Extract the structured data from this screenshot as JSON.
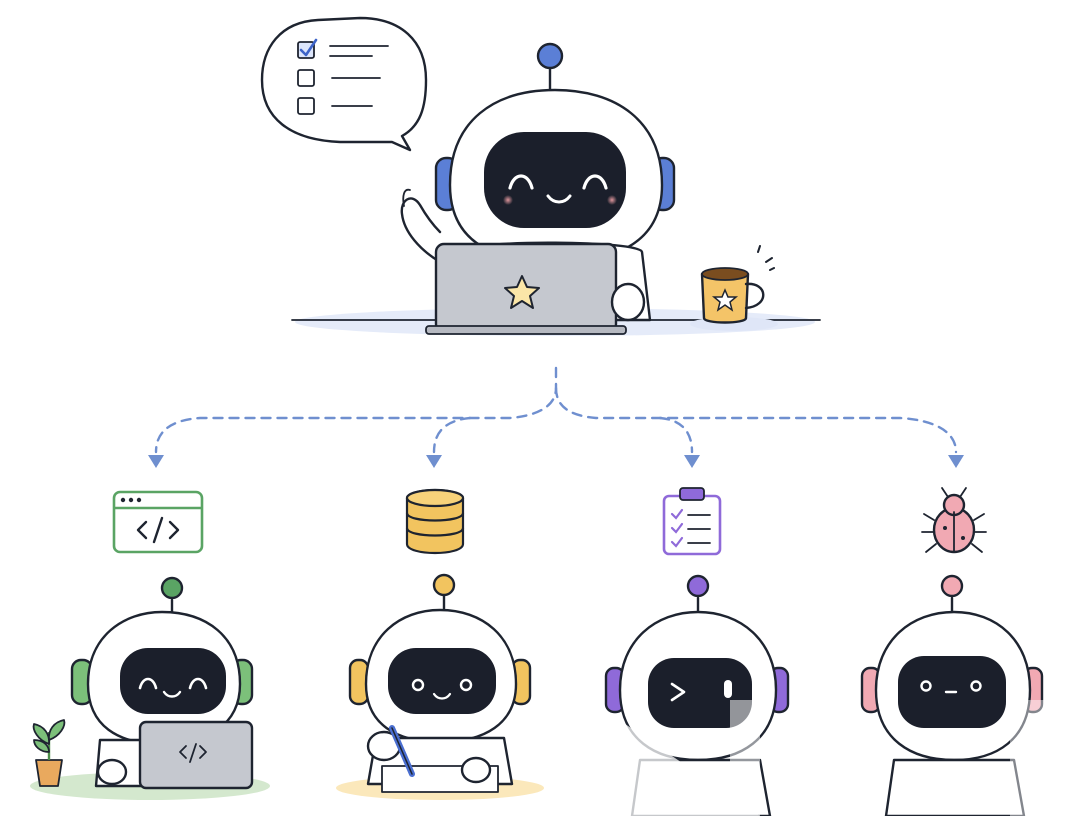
{
  "diagram": {
    "lead_agent": {
      "name": "lead-robot",
      "accent": "#5b7fd6",
      "laptop_icon": "star-icon",
      "speech_icon": "checklist-icon",
      "desk_item": "coffee-mug-icon"
    },
    "connector_color": "#6f8fcf",
    "workers": [
      {
        "name": "code",
        "icon": "code-window-icon",
        "accent": "#5aa464",
        "activity": "typing-laptop"
      },
      {
        "name": "database",
        "icon": "database-icon",
        "accent": "#e8b54a",
        "activity": "writing"
      },
      {
        "name": "tasks",
        "icon": "clipboard-icon",
        "accent": "#8f6ad9",
        "activity": "terminal"
      },
      {
        "name": "bugs",
        "icon": "bug-icon",
        "accent": "#e7a2ad",
        "activity": "inspecting"
      }
    ]
  }
}
